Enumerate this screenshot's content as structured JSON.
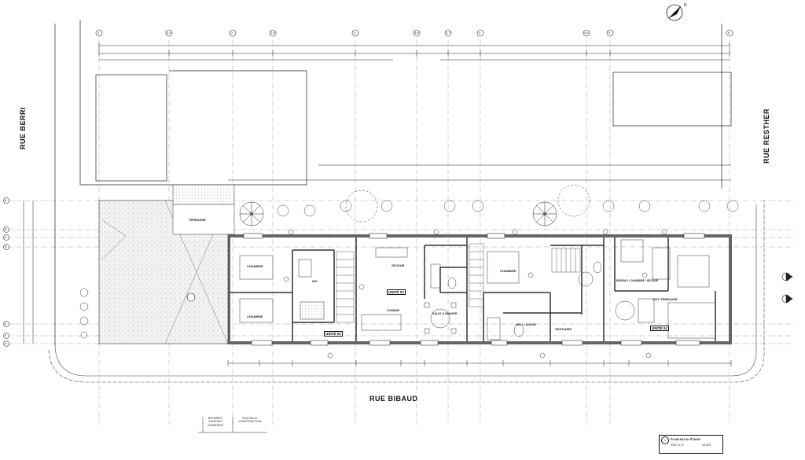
{
  "streets": {
    "berri": "RUE BERRI",
    "rester": "RUE RESTHER",
    "bibaud": "RUE BIBAUD"
  },
  "grid_top": [
    "1",
    "1.5",
    "2",
    "2.5",
    "3",
    "3.5",
    "3.7",
    "4",
    "4.5",
    "5",
    "6"
  ],
  "grid_left": [
    "A",
    "B",
    "C",
    "D",
    "E",
    "F",
    "G"
  ],
  "units": [
    "UNITÉ 02",
    "UNITÉ 03",
    "UNITÉ 04"
  ],
  "rooms": {
    "chambre1": "CHAMBRE",
    "chambre2": "CHAMBRE",
    "sejour": "SÉJOUR",
    "cuisine": "CUISINE",
    "salle": "SALLE À MANGER",
    "chambre3": "CHAMBRE",
    "bureau": "BUREAU / CHAMBRE / SÉJOUR",
    "toiture": "TOIT-TERRASSE",
    "vestiaire": "VESTIAIRE",
    "wc_lavage": "WC / LAVAGE",
    "terrasse": "TERRASSE",
    "wc": "WC"
  },
  "legend": {
    "existing": "BÂTIMENT EXISTANT CONSERVÉ",
    "new": "NOUVELLE CONSTRUCTION"
  },
  "titleblock": {
    "number": "1",
    "title": "PLAN DU 3e ÉTAGE",
    "scale": "3/16\"=1'-0\"",
    "sheet": "16-023"
  },
  "north_label": "N"
}
